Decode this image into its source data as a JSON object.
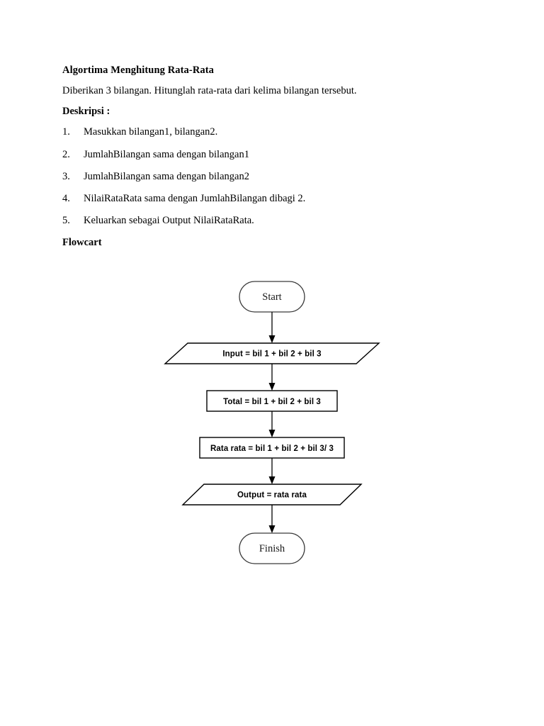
{
  "document": {
    "title": "Algortima Menghitung Rata-Rata",
    "intro": "Diberikan 3 bilangan. Hitunglah rata-rata dari kelima bilangan tersebut.",
    "description_heading": "Deskripsi :",
    "steps": [
      {
        "num": "1.",
        "text": "Masukkan bilangan1, bilangan2."
      },
      {
        "num": "2.",
        "text": "JumlahBilangan sama dengan bilangan1"
      },
      {
        "num": "3.",
        "text": "JumlahBilangan sama dengan bilangan2"
      },
      {
        "num": "4.",
        "text": "NilaiRataRata sama dengan JumlahBilangan dibagi 2."
      },
      {
        "num": "5.",
        "text": "Keluarkan sebagai Output NilaiRataRata."
      }
    ],
    "flowchart_heading": "Flowcart"
  },
  "flowchart": {
    "nodes": [
      {
        "id": "start",
        "shape": "terminator",
        "label": "Start"
      },
      {
        "id": "input",
        "shape": "parallelogram",
        "label": "Input = bil 1 + bil 2 + bil 3"
      },
      {
        "id": "total",
        "shape": "process",
        "label": "Total = bil 1 + bil 2 + bil 3"
      },
      {
        "id": "rata",
        "shape": "process",
        "label": "Rata rata = bil 1 + bil 2 + bil 3/ 3"
      },
      {
        "id": "output",
        "shape": "parallelogram",
        "label": "Output = rata rata"
      },
      {
        "id": "finish",
        "shape": "terminator",
        "label": "Finish"
      }
    ],
    "colors": {
      "outline": "#000000",
      "terminator_outline": "#3a3a3a",
      "fill": "#ffffff",
      "text": "#000000"
    }
  }
}
